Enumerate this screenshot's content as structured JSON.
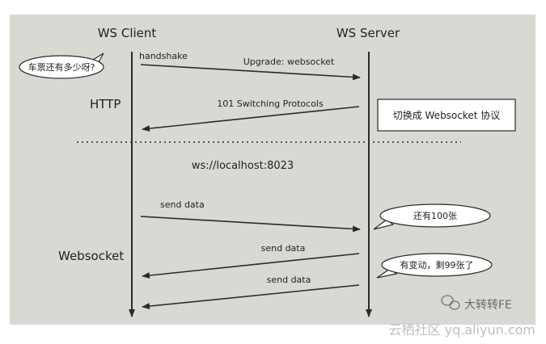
{
  "participants": {
    "client": "WS Client",
    "server": "WS Server"
  },
  "phases": {
    "http": "HTTP",
    "websocket": "Websocket"
  },
  "messages": {
    "handshake": "handshake",
    "upgrade": "Upgrade: websocket",
    "switching": "101 Switching Protocols",
    "url": "ws://localhost:8023",
    "send1": "send data",
    "send2": "send data",
    "send3": "send data"
  },
  "bubbles": {
    "client_question": "车票还有多少呀?",
    "server_reply1": "还有100张",
    "server_reply2": "有变动，剩99张了"
  },
  "note_box": "切换成 Websocket 协议",
  "watermark": {
    "brand": "大转转FE",
    "site": "云栖社区 yq.aliyun.com"
  },
  "colors": {
    "background": "#d9d8d3",
    "line": "#2a2a2a",
    "box_fill": "#ffffff"
  }
}
